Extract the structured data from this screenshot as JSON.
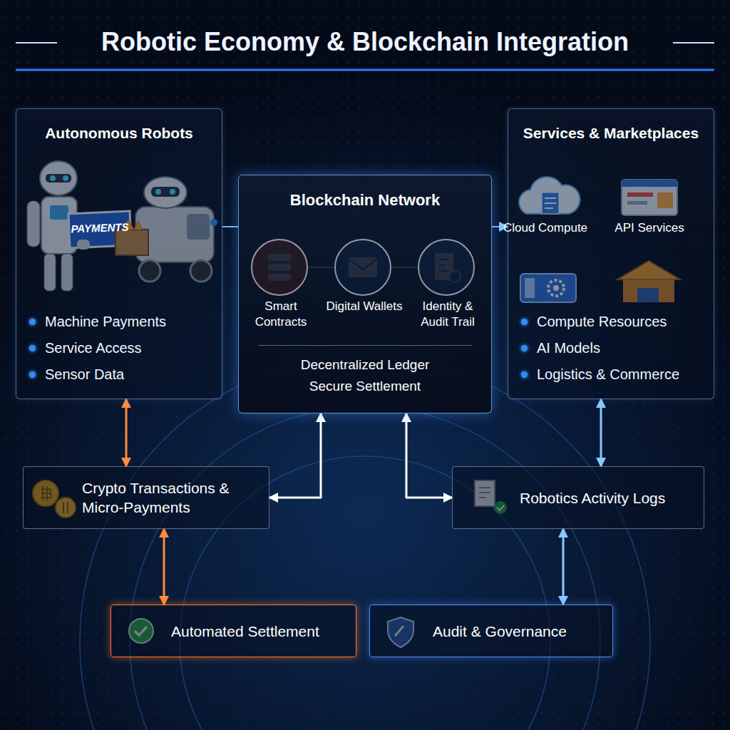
{
  "diagram": {
    "title": "Robotic Economy & Blockchain Integration",
    "nodes": [
      {
        "text": [
          "Autonomous Robots",
          "Machine Payments",
          "Service Access",
          "Sensor Data"
        ]
      },
      {
        "text": [
          "Blockchain Network",
          "Decentralized Ledger Secure Settlement"
        ]
      },
      {
        "text": [
          "Smart Contracts"
        ],
        "in": 1
      },
      {
        "text": [
          "Digital Wallets"
        ],
        "in": 1
      },
      {
        "text": [
          "Identity & Audit Trail"
        ],
        "in": 1
      },
      {
        "text": [
          "Services & Marketplaces",
          "Compute Resources",
          "AI Models",
          "Logistics & Commerce"
        ]
      },
      {
        "text": [
          "Crypto Transactions & Micro-Payments"
        ]
      },
      {
        "text": [
          "Robotics Activity Logs"
        ]
      },
      {
        "text": [
          "Automated Settlement"
        ]
      },
      {
        "text": [
          "Audit & Governance"
        ]
      }
    ],
    "edges": [
      {
        "from": 0,
        "to": 1,
        "arrow": "none"
      },
      {
        "from": 2,
        "to": 3,
        "arrow": "none"
      },
      {
        "from": 3,
        "to": 4,
        "arrow": "none"
      },
      {
        "from": 1,
        "to": 5,
        "arrow": "to"
      },
      {
        "from": 0,
        "to": 6,
        "arrow": "both"
      },
      {
        "from": 1,
        "to": 6,
        "arrow": "both"
      },
      {
        "from": 1,
        "to": 7,
        "arrow": "both"
      },
      {
        "from": 5,
        "to": 7,
        "arrow": "both"
      },
      {
        "from": 6,
        "to": 8,
        "arrow": "both"
      },
      {
        "from": 7,
        "to": 9,
        "arrow": "both"
      }
    ],
    "labels": [
      "PAYMENTS",
      "Cloud Compute",
      "API Services"
    ]
  }
}
